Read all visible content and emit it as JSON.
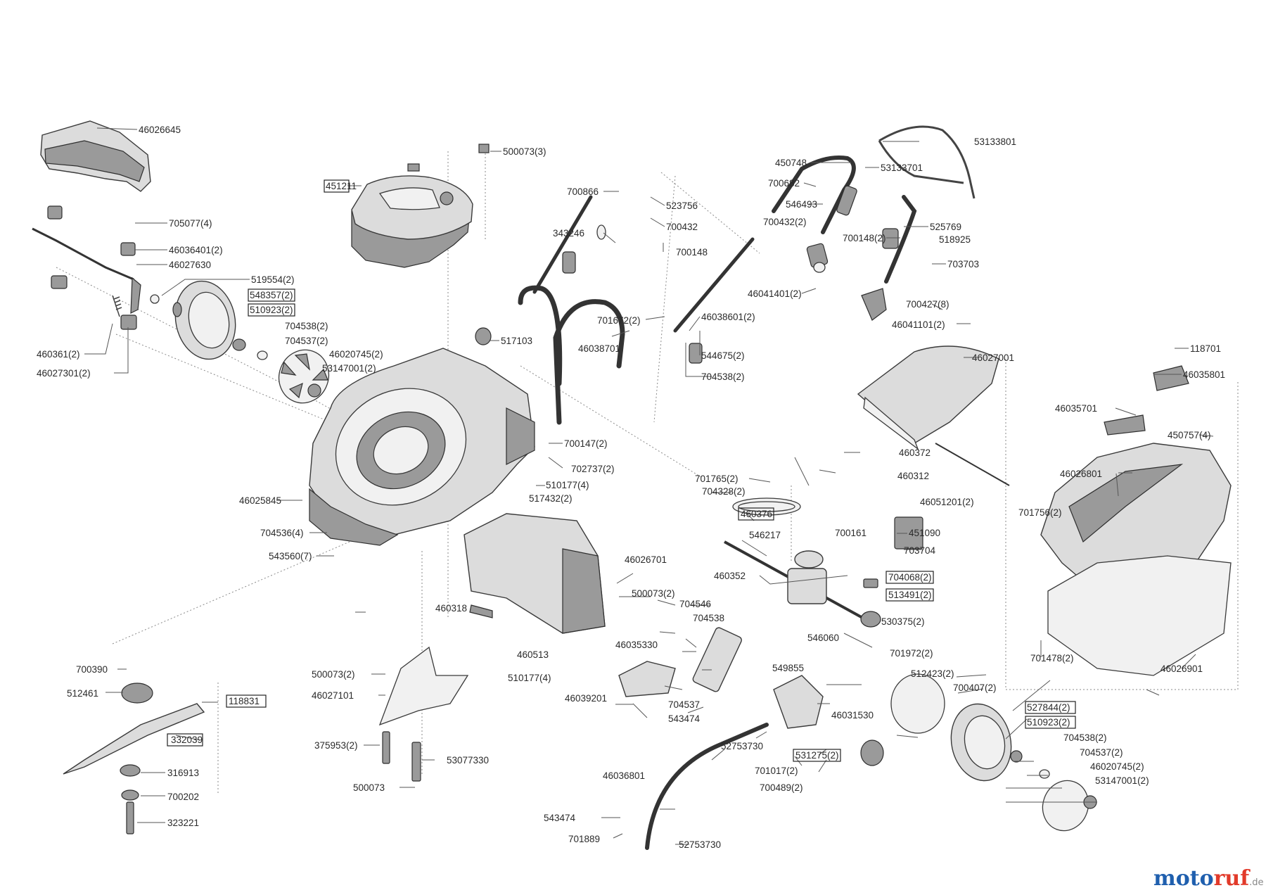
{
  "labels": [
    {
      "id": "46026645",
      "text": "46026645"
    },
    {
      "id": "705077",
      "text": "705077(4)"
    },
    {
      "id": "46036401",
      "text": "46036401(2)"
    },
    {
      "id": "46027630",
      "text": "46027630"
    },
    {
      "id": "519554",
      "text": "519554(2)"
    },
    {
      "id": "548357",
      "text": "548357(2)"
    },
    {
      "id": "510923a",
      "text": "510923(2)"
    },
    {
      "id": "704538a",
      "text": "704538(2)"
    },
    {
      "id": "704537a",
      "text": "704537(2)"
    },
    {
      "id": "46020745a",
      "text": "46020745(2)"
    },
    {
      "id": "53147001a",
      "text": "53147001(2)"
    },
    {
      "id": "460361",
      "text": "460361(2)"
    },
    {
      "id": "46027301",
      "text": "46027301(2)"
    },
    {
      "id": "500073_3",
      "text": "500073(3)"
    },
    {
      "id": "451211",
      "text": "451211"
    },
    {
      "id": "517103",
      "text": "517103"
    },
    {
      "id": "46025845",
      "text": "46025845"
    },
    {
      "id": "517432",
      "text": "517432(2)"
    },
    {
      "id": "704536",
      "text": "704536(4)"
    },
    {
      "id": "543560",
      "text": "543560(7)"
    },
    {
      "id": "700147",
      "text": "700147(2)"
    },
    {
      "id": "702737",
      "text": "702737(2)"
    },
    {
      "id": "510177a",
      "text": "510177(4)"
    },
    {
      "id": "700866",
      "text": "700866"
    },
    {
      "id": "523756",
      "text": "523756"
    },
    {
      "id": "700432a",
      "text": "700432"
    },
    {
      "id": "343246",
      "text": "343246"
    },
    {
      "id": "700148a",
      "text": "700148"
    },
    {
      "id": "701672",
      "text": "701672(2)"
    },
    {
      "id": "46038601",
      "text": "46038601(2)"
    },
    {
      "id": "46038701",
      "text": "46038701"
    },
    {
      "id": "544675",
      "text": "544675(2)"
    },
    {
      "id": "704538b",
      "text": "704538(2)"
    },
    {
      "id": "450748",
      "text": "450748"
    },
    {
      "id": "53133801",
      "text": "53133801"
    },
    {
      "id": "53133701",
      "text": "53133701"
    },
    {
      "id": "700682",
      "text": "700682"
    },
    {
      "id": "546493",
      "text": "546493"
    },
    {
      "id": "700432b",
      "text": "700432(2)"
    },
    {
      "id": "525769",
      "text": "525769"
    },
    {
      "id": "700148b",
      "text": "700148(2)"
    },
    {
      "id": "518925",
      "text": "518925"
    },
    {
      "id": "703703",
      "text": "703703"
    },
    {
      "id": "46041401",
      "text": "46041401(2)"
    },
    {
      "id": "700427",
      "text": "700427(8)"
    },
    {
      "id": "46041101",
      "text": "46041101(2)"
    },
    {
      "id": "46027001",
      "text": "46027001"
    },
    {
      "id": "118701",
      "text": "118701"
    },
    {
      "id": "46035801",
      "text": "46035801"
    },
    {
      "id": "46035701",
      "text": "46035701"
    },
    {
      "id": "450757",
      "text": "450757(4)"
    },
    {
      "id": "46026801",
      "text": "46026801"
    },
    {
      "id": "701756",
      "text": "701756(2)"
    },
    {
      "id": "701478",
      "text": "701478(2)"
    },
    {
      "id": "46026901",
      "text": "46026901"
    },
    {
      "id": "701765",
      "text": "701765(2)"
    },
    {
      "id": "704328",
      "text": "704328(2)"
    },
    {
      "id": "460372",
      "text": "460372"
    },
    {
      "id": "460312",
      "text": "460312"
    },
    {
      "id": "46051201",
      "text": "46051201(2)"
    },
    {
      "id": "460376",
      "text": "460376"
    },
    {
      "id": "546217",
      "text": "546217"
    },
    {
      "id": "700161",
      "text": "700161"
    },
    {
      "id": "451090",
      "text": "451090"
    },
    {
      "id": "703704",
      "text": "703704"
    },
    {
      "id": "460352",
      "text": "460352"
    },
    {
      "id": "704068",
      "text": "704068(2)"
    },
    {
      "id": "513491",
      "text": "513491(2)"
    },
    {
      "id": "530375",
      "text": "530375(2)"
    },
    {
      "id": "546060",
      "text": "546060"
    },
    {
      "id": "549855",
      "text": "549855"
    },
    {
      "id": "701972",
      "text": "701972(2)"
    },
    {
      "id": "512423",
      "text": "512423(2)"
    },
    {
      "id": "700407",
      "text": "700407(2)"
    },
    {
      "id": "527844",
      "text": "527844(2)"
    },
    {
      "id": "510923b",
      "text": "510923(2)"
    },
    {
      "id": "704538c",
      "text": "704538(2)"
    },
    {
      "id": "704537c",
      "text": "704537(2)"
    },
    {
      "id": "46020745c",
      "text": "46020745(2)"
    },
    {
      "id": "53147001c",
      "text": "53147001(2)"
    },
    {
      "id": "46026701",
      "text": "46026701"
    },
    {
      "id": "500073_2a",
      "text": "500073(2)"
    },
    {
      "id": "460318",
      "text": "460318"
    },
    {
      "id": "704546",
      "text": "704546"
    },
    {
      "id": "704538d",
      "text": "704538"
    },
    {
      "id": "460513",
      "text": "460513"
    },
    {
      "id": "46035330",
      "text": "46035330"
    },
    {
      "id": "510177b",
      "text": "510177(4)"
    },
    {
      "id": "46039201",
      "text": "46039201"
    },
    {
      "id": "704537d",
      "text": "704537"
    },
    {
      "id": "543474a",
      "text": "543474"
    },
    {
      "id": "46031530",
      "text": "46031530"
    },
    {
      "id": "52753730a",
      "text": "52753730"
    },
    {
      "id": "531275",
      "text": "531275(2)"
    },
    {
      "id": "701017",
      "text": "701017(2)"
    },
    {
      "id": "700489",
      "text": "700489(2)"
    },
    {
      "id": "46036801",
      "text": "46036801"
    },
    {
      "id": "543474b",
      "text": "543474"
    },
    {
      "id": "701889",
      "text": "701889"
    },
    {
      "id": "52753730b",
      "text": "52753730"
    },
    {
      "id": "700390",
      "text": "700390"
    },
    {
      "id": "512461",
      "text": "512461"
    },
    {
      "id": "118831",
      "text": "118831"
    },
    {
      "id": "332039",
      "text": "332039"
    },
    {
      "id": "316913",
      "text": "316913"
    },
    {
      "id": "700202",
      "text": "700202"
    },
    {
      "id": "323221",
      "text": "323221"
    },
    {
      "id": "500073_2b",
      "text": "500073(2)"
    },
    {
      "id": "46027101",
      "text": "46027101"
    },
    {
      "id": "375953",
      "text": "375953(2)"
    },
    {
      "id": "53077330",
      "text": "53077330"
    },
    {
      "id": "500073_1",
      "text": "500073"
    }
  ],
  "brand": {
    "name_a": "moto",
    "name_b": "ruf",
    "suffix": ".de",
    "color_a": "#1f5fae",
    "color_b": "#e23a2a"
  }
}
